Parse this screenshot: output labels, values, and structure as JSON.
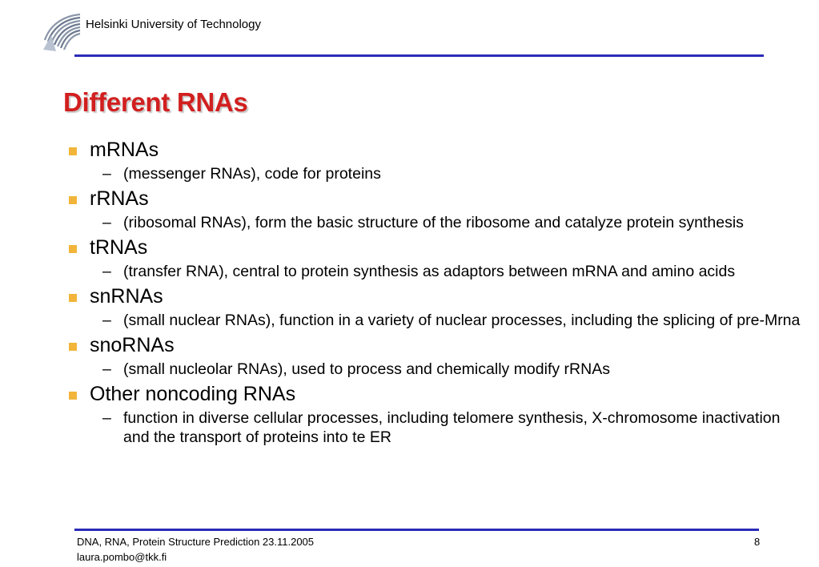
{
  "header": {
    "organization": "Helsinki University of Technology",
    "logo_icon": "tkk-logo-icon",
    "rule_color": "#2b2bb8"
  },
  "slide": {
    "title": "Different RNAs",
    "title_color": "#d21f1f",
    "bullet_color": "#f2b53a",
    "items": [
      {
        "label": "mRNAs",
        "details": [
          "(messenger RNAs), code for proteins"
        ]
      },
      {
        "label": "rRNAs",
        "details": [
          "(ribosomal RNAs), form the basic structure of the ribosome and catalyze protein synthesis"
        ]
      },
      {
        "label": "tRNAs",
        "details": [
          "(transfer RNA), central to protein synthesis as adaptors between mRNA and amino acids"
        ]
      },
      {
        "label": "snRNAs",
        "details": [
          "(small nuclear RNAs), function in a variety of nuclear processes, including the splicing of pre-Mrna"
        ]
      },
      {
        "label": "snoRNAs",
        "details": [
          "(small nucleolar RNAs), used to process and chemically modify rRNAs"
        ]
      },
      {
        "label": "Other noncoding RNAs",
        "details": [
          "function in diverse cellular processes, including telomere synthesis, X-chromosome inactivation and the transport of proteins into te ER"
        ]
      }
    ]
  },
  "footer": {
    "line1": "DNA, RNA, Protein Structure Prediction 23.11.2005",
    "line2": "laura.pombo@tkk.fi",
    "page_number": "8"
  }
}
